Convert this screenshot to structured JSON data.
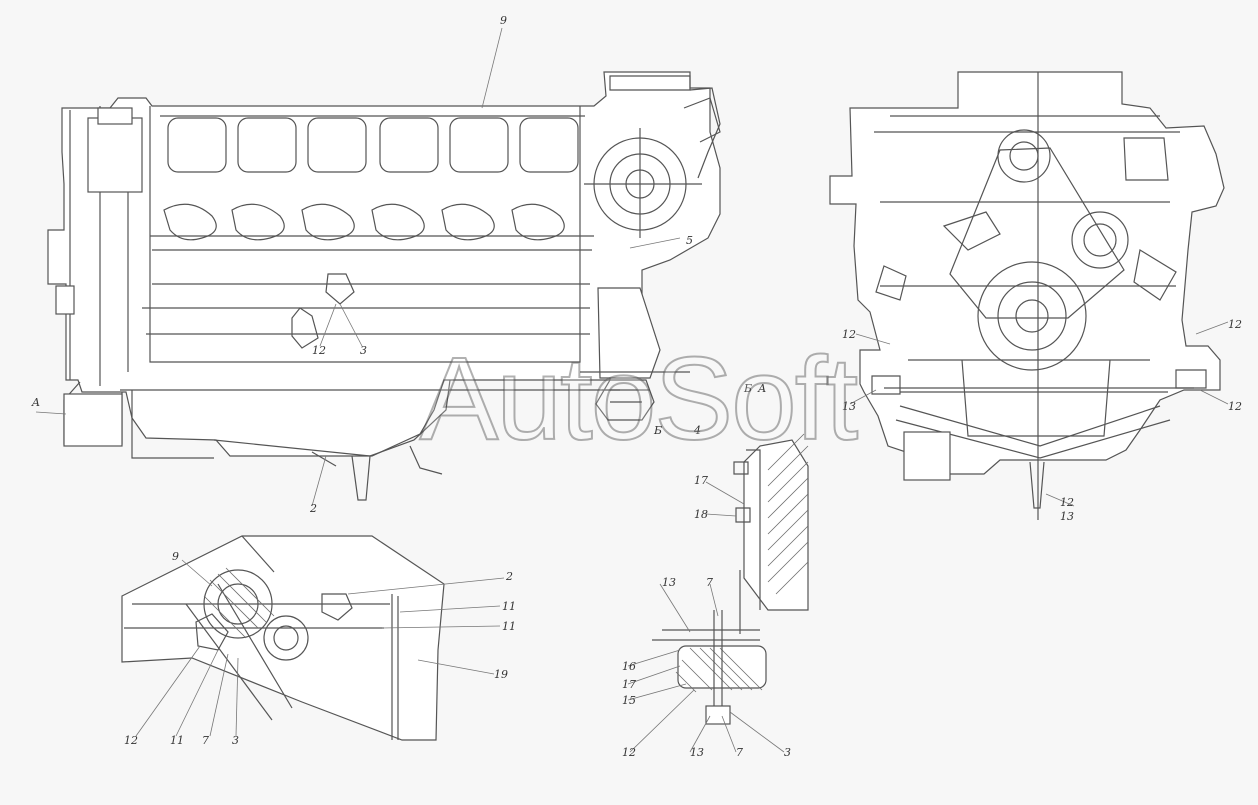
{
  "watermark": "AutoSoft",
  "labels": {
    "side_top": "9",
    "side_five": "5",
    "side_twelve": "12",
    "side_three": "3",
    "side_a_left": "A",
    "side_bottom": "2",
    "section_c_left": "Б",
    "section_a_right": "А",
    "section_c_right": "Б",
    "section_four": "4",
    "front_left": "12",
    "front_left_lower": "13",
    "front_right": "12",
    "front_right_lower": "12",
    "front_bottom_a": "12",
    "front_bottom_b": "13",
    "d1_top_left": "9",
    "d1_top_right": "2",
    "d1_mid_a": "11",
    "d1_mid_b": "11",
    "d1_right": "19",
    "d1_bottom_a": "12",
    "d1_bottom_b": "11",
    "d1_bottom_c": "7",
    "d1_bottom_d": "3",
    "d2_top": "17",
    "d2_upper": "18",
    "d2_middle": "13",
    "d2_a": "16",
    "d2_b": "17",
    "d2_c": "15",
    "d2_d": "12",
    "d2_e": "13",
    "d2_f": "7",
    "d2_g": "3",
    "d2_h": "7"
  },
  "colors": {
    "line": "#555555",
    "background": "#f7f7f7",
    "watermark_outline": "#464646"
  }
}
